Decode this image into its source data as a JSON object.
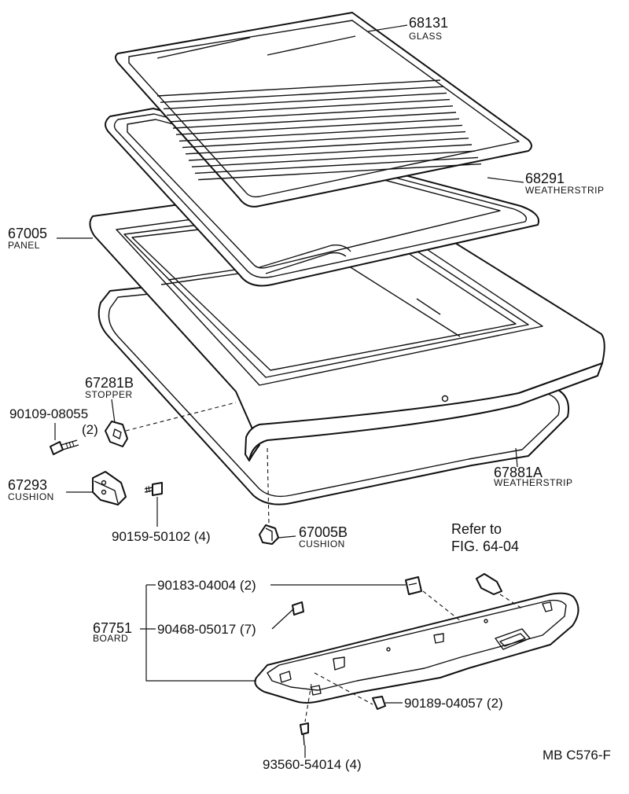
{
  "diagram": {
    "parts": [
      {
        "id": "glass",
        "number": "68131",
        "desc": "GLASS"
      },
      {
        "id": "weatherstrip-upper",
        "number": "68291",
        "desc": "WEATHERSTRIP"
      },
      {
        "id": "panel",
        "number": "67005",
        "desc": "PANEL"
      },
      {
        "id": "stopper",
        "number": "67281B",
        "desc": "STOPPER"
      },
      {
        "id": "bolt-stopper",
        "number": "90109-08055",
        "qty": "(2)"
      },
      {
        "id": "cushion",
        "number": "67293",
        "desc": "CUSHION"
      },
      {
        "id": "weatherstrip-lower",
        "number": "67881A",
        "desc": "WEATHERSTRIP"
      },
      {
        "id": "screw-cushion",
        "number": "90159-50102 (4)"
      },
      {
        "id": "cushion-b",
        "number": "67005B",
        "desc": "CUSHION"
      },
      {
        "id": "clip-a",
        "number": "90183-04004 (2)"
      },
      {
        "id": "board",
        "number": "67751",
        "desc": "BOARD"
      },
      {
        "id": "clip-b",
        "number": "90468-05017 (7)"
      },
      {
        "id": "clip-c",
        "number": "90189-04057 (2)"
      },
      {
        "id": "screw-board",
        "number": "93560-54014 (4)"
      }
    ],
    "reference": {
      "line1": "Refer to",
      "line2": "FIG. 64-04"
    },
    "code": "MB  C576-F"
  }
}
